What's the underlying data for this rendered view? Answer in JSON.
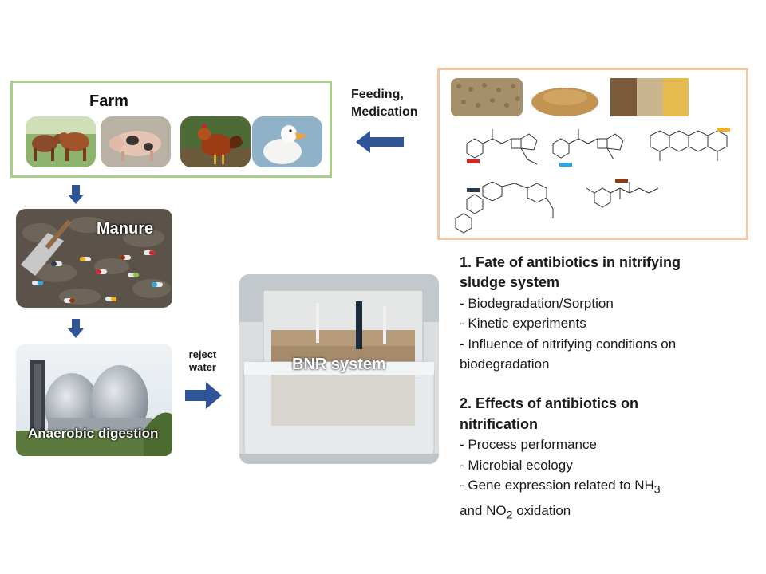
{
  "farm": {
    "title": "Farm",
    "animals": [
      "cattle-photo",
      "pig-photo",
      "chicken-photo",
      "duck-photo"
    ]
  },
  "feed": {
    "label_line1": "Feeding,",
    "label_line2": "Medication",
    "photos": [
      "feed-pellets-photo",
      "feed-powder-photo",
      "grains-photo"
    ],
    "structures": [
      "amoxicillin-structure",
      "ampicillin-structure",
      "tetracycline-structure",
      "tylosin-structure",
      "florfenicol-structure"
    ]
  },
  "manure": {
    "label": "Manure"
  },
  "anaerobic": {
    "label": "Anaerobic digestion"
  },
  "reject": {
    "line1": "reject",
    "line2": "water"
  },
  "bnr": {
    "label": "BNR system"
  },
  "notes": {
    "section1_line1": "1. Fate of antibiotics in nitrifying",
    "section1_line2": "sludge system",
    "section1_items": [
      "- Biodegradation/Sorption",
      "- Kinetic experiments",
      "- Influence of nitrifying conditions on",
      "biodegradation"
    ],
    "section2_line1": "2. Effects of antibiotics on",
    "section2_line2": "nitrification",
    "section2_items": [
      "- Process performance",
      "- Microbial ecology"
    ],
    "gene_prefix": "- Gene expression related to NH",
    "gene_sub1": "3",
    "gene_line2_prefix": "and NO",
    "gene_sub2": "2",
    "gene_line2_suffix": " oxidation"
  },
  "colors": {
    "arrow": "#2f5597",
    "farm_border": "#a9cd8a",
    "feed_border": "#f3c7a4"
  }
}
